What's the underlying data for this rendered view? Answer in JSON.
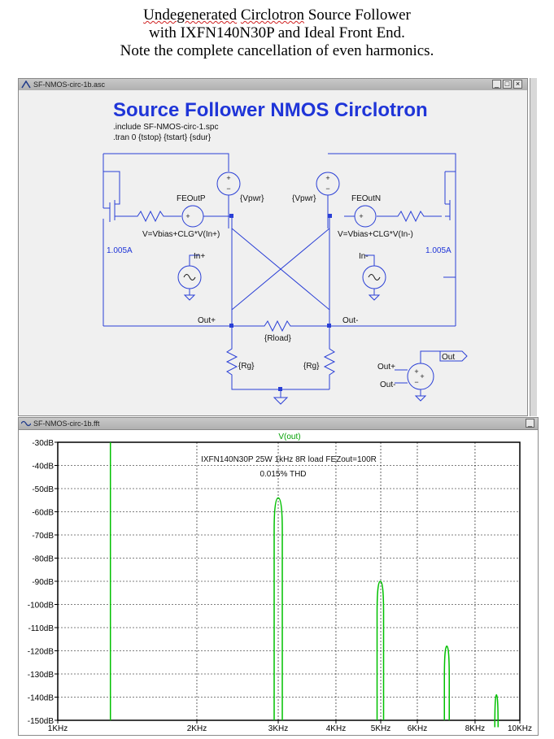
{
  "document": {
    "title_word1": "Undegenerated",
    "title_word2": "Circlotron",
    "title_rest": "Source Follower",
    "line2": "with IXFN140N30P and Ideal Front End.",
    "line3": "Note the complete cancellation of even harmonics."
  },
  "schematic_window": {
    "title": "SF-NMOS-circ-1b.asc",
    "buttons": [
      "_",
      "□",
      "×"
    ],
    "heading": "Source Follower NMOS Circlotron",
    "directives": [
      ".include SF-NMOS-circ-1.spc",
      ".tran 0 {tstop} {tstart} {sdur}"
    ],
    "labels": {
      "vpwr_left": "{Vpwr}",
      "vpwr_right": "{Vpwr}",
      "feout_p": "FEOutP",
      "feout_n": "FEOutN",
      "expr_p": "V=Vbias+CLG*V(In+)",
      "expr_n": "V=Vbias+CLG*V(In-)",
      "current_left": "1.005A",
      "current_right": "1.005A",
      "in_plus": "In+",
      "in_minus": "In-",
      "out_plus": "Out+",
      "out_minus": "Out-",
      "rload": "{Rload}",
      "rg_left": "{Rg}",
      "rg_right": "{Rg}",
      "diff_out_plus": "Out+",
      "diff_out_minus": "Out-",
      "out_port": "Out"
    }
  },
  "fft_window": {
    "title": "SF-NMOS-circ-1b.fft",
    "trace_name": "V(out)",
    "annotation1": "IXFN140N30P 25W 1kHz 8R load FEZout=100R",
    "annotation2": "0.015% THD",
    "trace_color": "#00c000"
  },
  "chart_data": {
    "type": "line",
    "title": "",
    "series": [
      {
        "name": "V(out)",
        "color": "#00c000"
      }
    ],
    "x_scale": "log",
    "xlim_hz": [
      1000,
      10000
    ],
    "ylim_db": [
      -150,
      -30
    ],
    "y_ticks": [
      "-30dB",
      "-40dB",
      "-50dB",
      "-60dB",
      "-70dB",
      "-80dB",
      "-90dB",
      "-100dB",
      "-110dB",
      "-120dB",
      "-130dB",
      "-140dB",
      "-150dB"
    ],
    "x_ticks": [
      {
        "label": "1KHz",
        "hz": 1000
      },
      {
        "label": "2KHz",
        "hz": 2000
      },
      {
        "label": "3KHz",
        "hz": 3000
      },
      {
        "label": "4KHz",
        "hz": 4000
      },
      {
        "label": "5KHz",
        "hz": 5000
      },
      {
        "label": "6KHz",
        "hz": 6000
      },
      {
        "label": "8KHz",
        "hz": 8000
      },
      {
        "label": "10KHz",
        "hz": 10000
      }
    ],
    "peaks": [
      {
        "hz": 1300,
        "db": -30
      },
      {
        "hz": 3000,
        "db": -54
      },
      {
        "hz": 4990,
        "db": -90
      },
      {
        "hz": 6950,
        "db": -118
      },
      {
        "hz": 8900,
        "db": -139
      }
    ],
    "grid": true
  }
}
